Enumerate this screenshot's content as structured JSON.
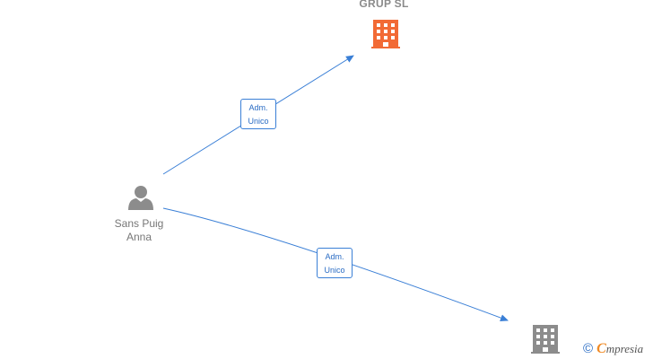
{
  "nodes": {
    "company_top": {
      "name": "GRUP  SL",
      "icon": "building-icon",
      "color": "#f26a35"
    },
    "person": {
      "name_line1": "Sans Puig",
      "name_line2": "Anna",
      "icon": "person-icon",
      "color": "#8c8c8c"
    },
    "company_bottom": {
      "name": "",
      "icon": "building-icon",
      "color": "#8c8c8c"
    }
  },
  "edges": [
    {
      "from": "person",
      "to": "company_top",
      "label_line1": "Adm.",
      "label_line2": "Unico",
      "color": "#3a7fd6"
    },
    {
      "from": "person",
      "to": "company_bottom",
      "label_line1": "Adm.",
      "label_line2": "Unico",
      "color": "#3a7fd6"
    }
  ],
  "watermark": {
    "symbol": "©",
    "brand_first": "C",
    "brand_rest": "mpresia"
  }
}
